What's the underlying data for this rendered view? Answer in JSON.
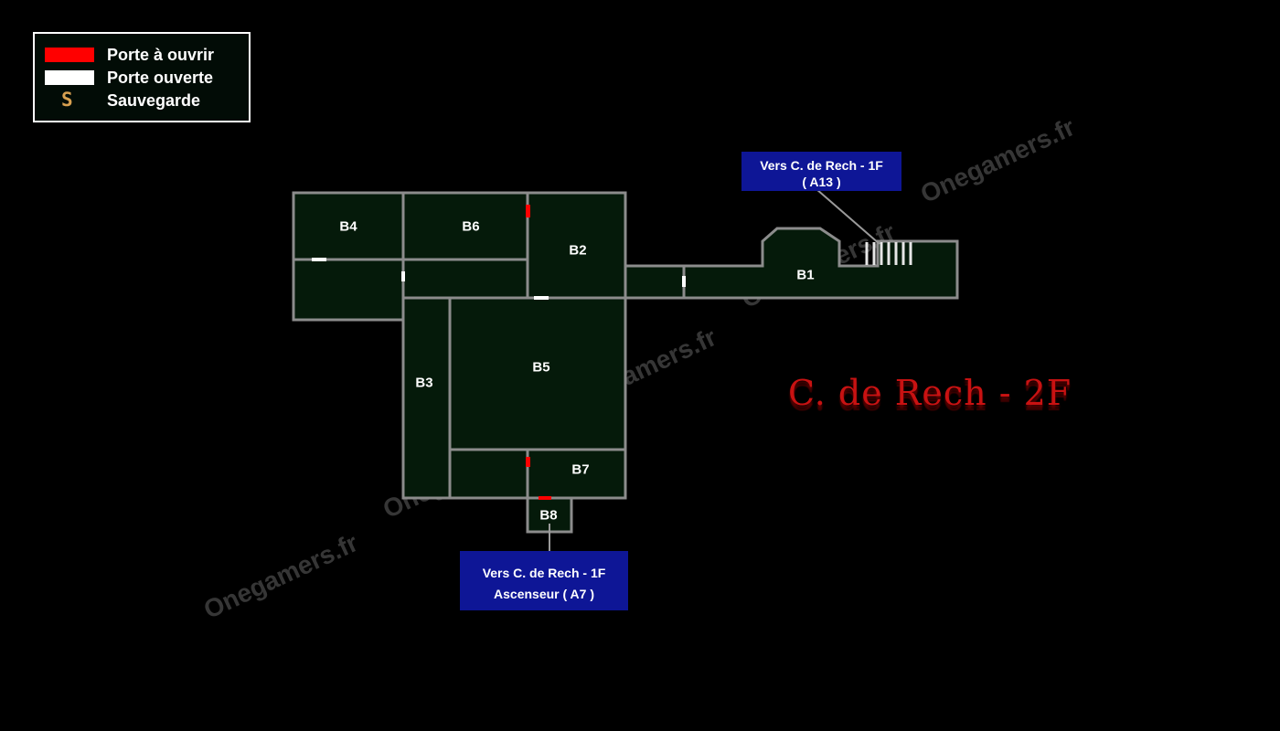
{
  "legend": {
    "items": [
      {
        "label": "Porte à ouvrir",
        "color": "#ff0000"
      },
      {
        "label": "Porte ouverte",
        "color": "#ffffff"
      },
      {
        "label": "Sauvegarde",
        "icon": "save-s-icon",
        "glyph": "S",
        "color": "#d8a050"
      }
    ]
  },
  "rooms": {
    "b1": "B1",
    "b2": "B2",
    "b3": "B3",
    "b4": "B4",
    "b5": "B5",
    "b6": "B6",
    "b7": "B7",
    "b8": "B8"
  },
  "callouts": {
    "top": {
      "line1": "Vers C. de Rech - 1F",
      "line2": "( A13 )"
    },
    "bottom": {
      "line1": "Vers C. de Rech - 1F",
      "line2": "Ascenseur ( A7 )"
    }
  },
  "title": "C. de Rech - 2F",
  "watermark": "Onegamers.fr",
  "colors": {
    "room_fill": "#051a0a",
    "wall": "#8c8c8c",
    "door_locked": "#ff0000",
    "door_open": "#ffffff",
    "callout_bg": "#0e1696",
    "title": "#c81212"
  }
}
